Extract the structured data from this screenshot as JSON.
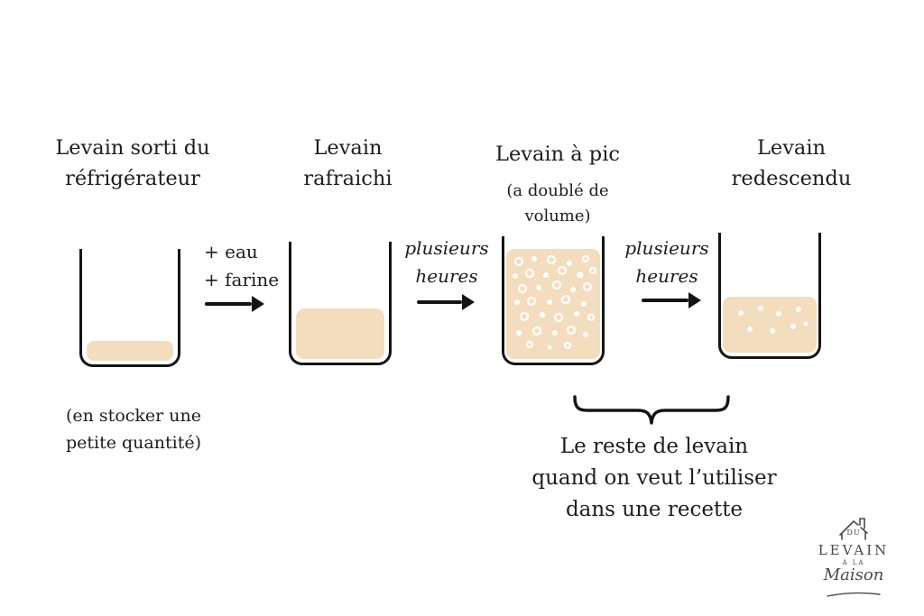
{
  "colors": {
    "background": "#ffffff",
    "levain_fill": "#f3ddbe",
    "outline": "#141414",
    "text": "#1d1d1d",
    "logo": "#4a4a4a"
  },
  "stages": [
    {
      "title": "Levain sorti du\nréfrigérateur",
      "note": "(en stocker une\npetite quantité)",
      "fill_level": "low"
    },
    {
      "title": "Levain\nrafraichi",
      "fill_level": "medium"
    },
    {
      "title": "Levain à pic",
      "subtitle": "(a doublé de\nvolume)",
      "fill_level": "high-bubbly"
    },
    {
      "title": "Levain\nredescendu",
      "fill_level": "medium-bubbly"
    }
  ],
  "arrows": [
    {
      "label": "+ eau\n+ farine",
      "style": "normal"
    },
    {
      "label": "plusieurs\nheures",
      "style": "italic"
    },
    {
      "label": "plusieurs\nheures",
      "style": "italic"
    }
  ],
  "caption": "Le reste de levain\nquand on veut l’utiliser\ndans une recette",
  "logo": {
    "du": "DU",
    "levain": "LEVAIN",
    "a_la": "À LA",
    "maison": "Maison"
  }
}
